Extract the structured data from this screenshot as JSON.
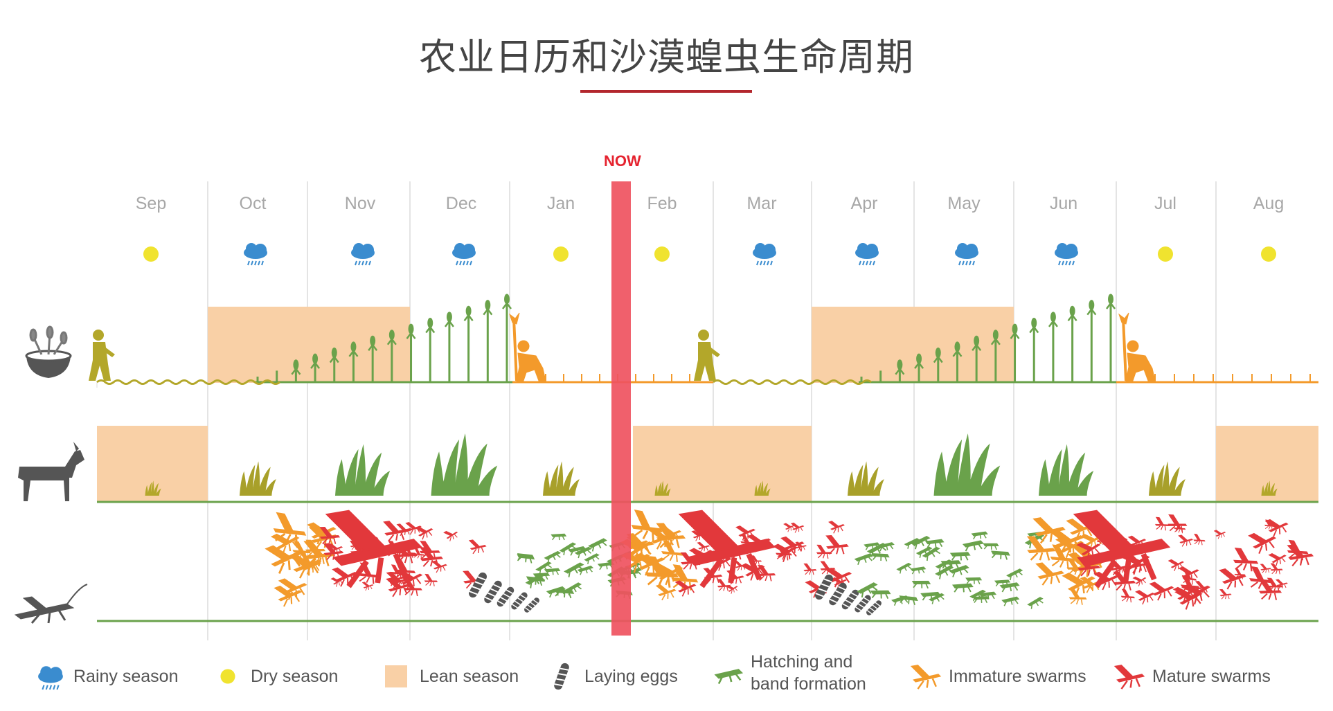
{
  "title": "农业日历和沙漠蝗虫生命周期",
  "now_label": "NOW",
  "months": [
    "Sep",
    "Oct",
    "Nov",
    "Dec",
    "Jan",
    "Feb",
    "Mar",
    "Apr",
    "May",
    "Jun",
    "Jul",
    "Aug"
  ],
  "seasons": [
    "dry",
    "rainy",
    "rainy",
    "rainy",
    "dry",
    "dry",
    "rainy",
    "rainy",
    "rainy",
    "rainy",
    "dry",
    "dry"
  ],
  "row_icons": [
    "grain-bowl-icon",
    "goat-icon",
    "locust-icon"
  ],
  "colors": {
    "now": "#ef5360",
    "lean": "#f9d0a6",
    "green": "#6aa24b",
    "orange": "#f39a2b",
    "red": "#e2383b",
    "olive": "#b3a72a",
    "rain": "#3a8ccf",
    "sun": "#f0e32f"
  },
  "legend": [
    {
      "icon": "rain-cloud-icon",
      "label": "Rainy season"
    },
    {
      "icon": "sun-icon",
      "label": "Dry season"
    },
    {
      "icon": "lean-season-icon",
      "label": "Lean season"
    },
    {
      "icon": "eggs-icon",
      "label": "Laying eggs"
    },
    {
      "icon": "hopper-icon",
      "label": "Hatching and",
      "label2": "band formation"
    },
    {
      "icon": "immature-locust-icon",
      "label": "Immature swarms"
    },
    {
      "icon": "mature-locust-icon",
      "label": "Mature swarms"
    }
  ]
}
